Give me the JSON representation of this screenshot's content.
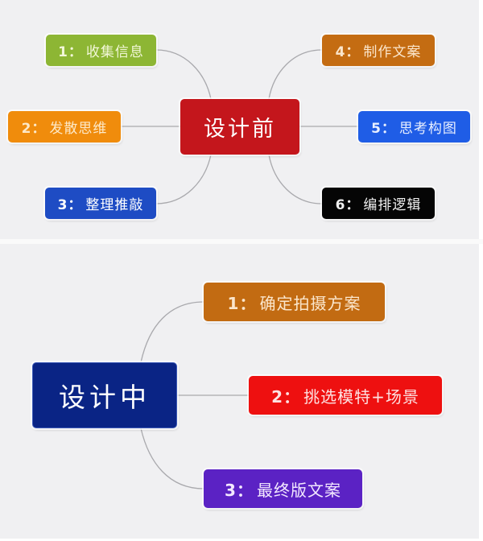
{
  "diagrams": [
    {
      "title": "设计前",
      "center_color": "#c4161c",
      "branches": [
        {
          "num": "1：",
          "label": "收集信息",
          "color": "#8db634"
        },
        {
          "num": "2：",
          "label": "发散思维",
          "color": "#f08c0c"
        },
        {
          "num": "3：",
          "label": "整理推敲",
          "color": "#1e4cc4"
        },
        {
          "num": "4：",
          "label": "制作文案",
          "color": "#c46c12"
        },
        {
          "num": "5：",
          "label": "思考构图",
          "color": "#1f5de6"
        },
        {
          "num": "6：",
          "label": "编排逻辑",
          "color": "#050505"
        }
      ]
    },
    {
      "title": "设计中",
      "center_color": "#0a2485",
      "branches": [
        {
          "num": "1：",
          "label": "确定拍摄方案",
          "color": "#c26b12"
        },
        {
          "num": "2：",
          "label": "挑选模特+场景",
          "color": "#ee1010"
        },
        {
          "num": "3：",
          "label": "最终版文案",
          "color": "#5b22c4"
        }
      ]
    }
  ],
  "colors": {
    "background": "#f0f0f2",
    "connector": "#a9a9ad"
  }
}
